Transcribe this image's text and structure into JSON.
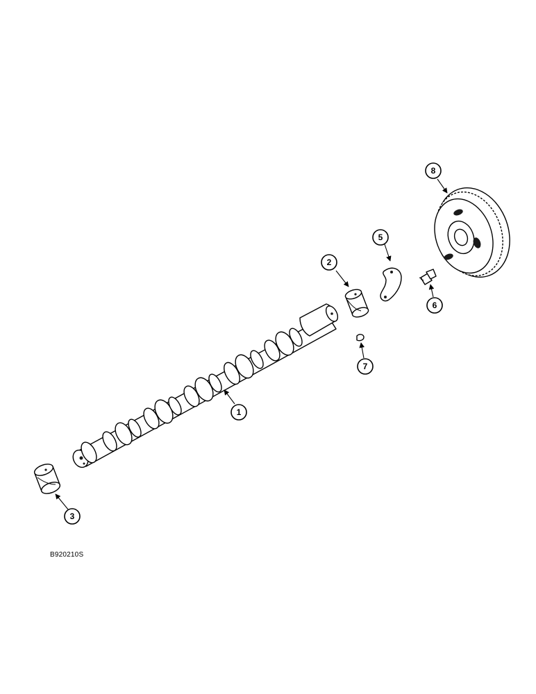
{
  "callouts": [
    {
      "id": "1",
      "label": "1"
    },
    {
      "id": "2",
      "label": "2"
    },
    {
      "id": "3",
      "label": "3"
    },
    {
      "id": "5",
      "label": "5"
    },
    {
      "id": "6",
      "label": "6"
    },
    {
      "id": "7",
      "label": "7"
    },
    {
      "id": "8",
      "label": "8"
    }
  ],
  "reference_code": "B920210S",
  "colors": {
    "line": "#000000",
    "background": "#ffffff"
  }
}
